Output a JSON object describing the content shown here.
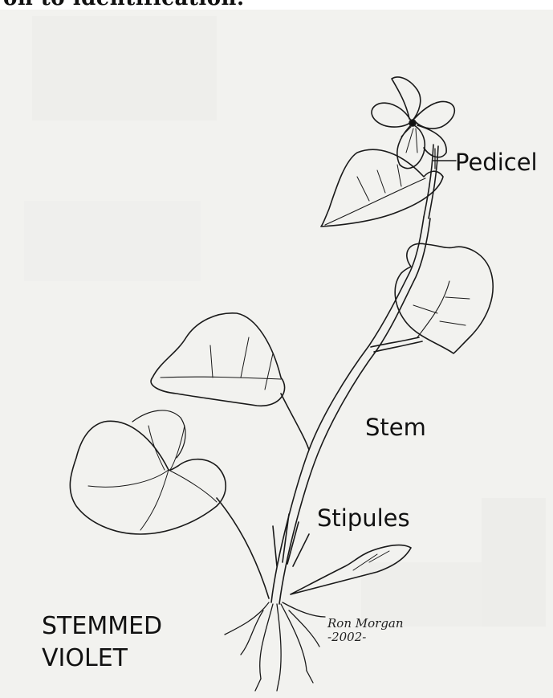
{
  "header": {
    "text": "on to identification."
  },
  "labels": {
    "pedicel": "Pedicel",
    "stem": "Stem",
    "stipules": "Stipules"
  },
  "title": {
    "line1": "STEMMED",
    "line2": "VIOLET"
  },
  "signature": {
    "name": "Ron Morgan",
    "year": "-2002-"
  },
  "colors": {
    "paper": "#f2f2ef",
    "ink": "#111111"
  }
}
